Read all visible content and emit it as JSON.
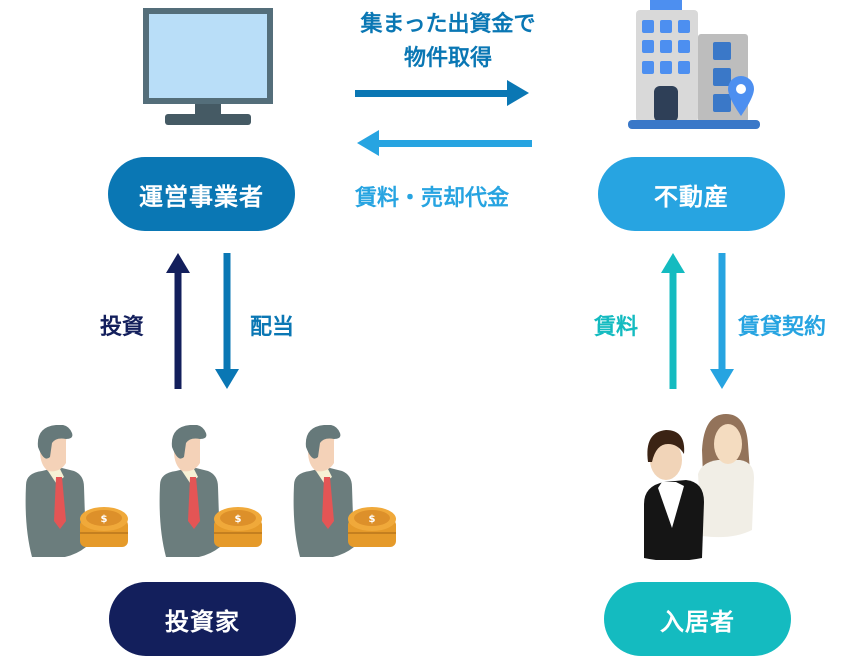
{
  "nodes": {
    "operator": "運営事業者",
    "property": "不動産",
    "investor": "投資家",
    "tenant": "入居者"
  },
  "flows": {
    "acquisition_line1": "集まった出資金で",
    "acquisition_line2": "物件取得",
    "rent_sale_proceeds": "賃料・売却代金",
    "investment": "投資",
    "dividend": "配当",
    "rent": "賃料",
    "lease_contract": "賃貸契約"
  },
  "colors": {
    "operator_blue": "#0a77b4",
    "property_blue": "#27a4e1",
    "investor_navy": "#131f5c",
    "tenant_teal": "#14bbc0"
  },
  "icons": [
    "monitor-icon",
    "building-icon",
    "investor-icon",
    "tenant-couple-icon"
  ]
}
